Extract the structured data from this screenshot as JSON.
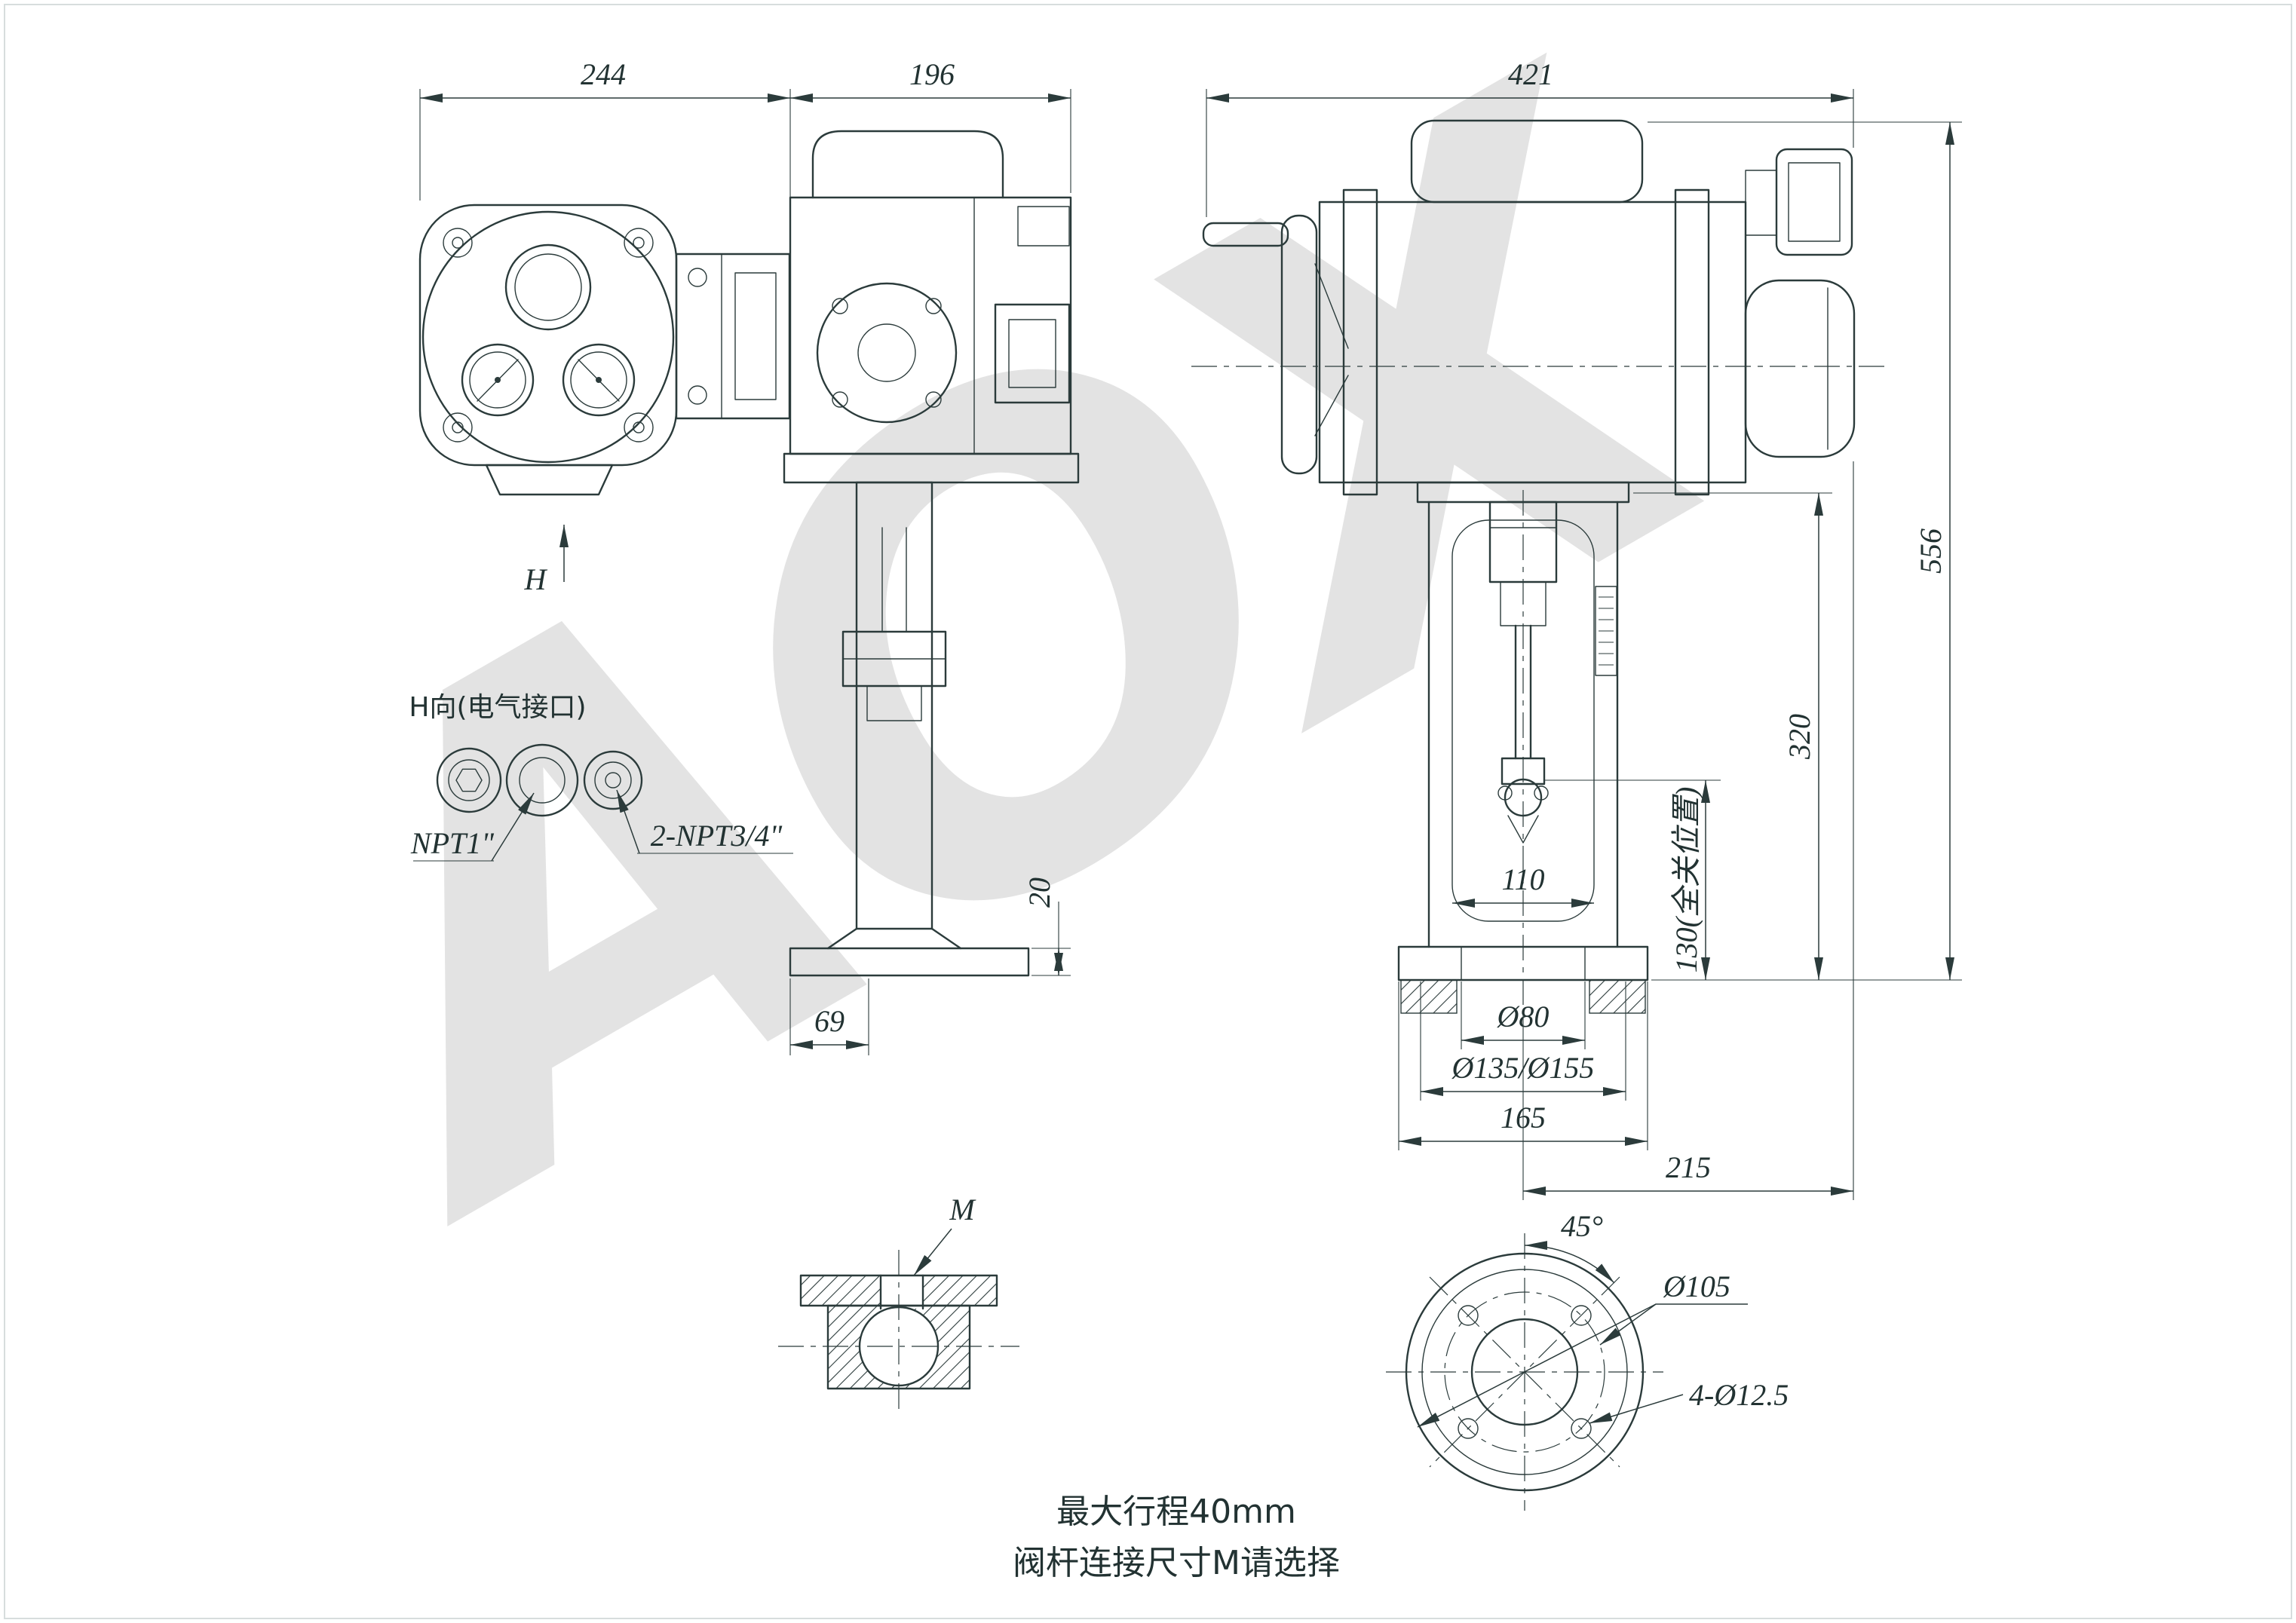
{
  "watermark": {
    "text": "AOX",
    "color": "#e3e3e3"
  },
  "front_view": {
    "dims": {
      "body_width": "244",
      "head_width": "196"
    },
    "view_arrow": "H"
  },
  "electrical_detail": {
    "title": "H向(电气接口)",
    "conduit_main": "NPT1\"",
    "conduit_aux": "2-NPT3/4\""
  },
  "side_view": {
    "dims": {
      "base_offset": "69",
      "base_thickness": "20"
    }
  },
  "main_view": {
    "dims": {
      "overall_width": "421",
      "overall_height": "556",
      "yoke_height": "320",
      "closed_position": "130(全关位置)",
      "window_width": "110",
      "spigot_diameter": "Ø80",
      "flange_diameters": "Ø135/Ø155",
      "base_width": "165",
      "center_to_motor_end": "215"
    }
  },
  "stem_detail": {
    "label": "M"
  },
  "flange_view": {
    "dims": {
      "bolt_angle": "45°",
      "bolt_circle": "Ø105",
      "bolt_holes": "4-Ø12.5"
    }
  },
  "notes": {
    "line1": "最大行程40mm",
    "line2": "阀杆连接尺寸M请选择"
  }
}
